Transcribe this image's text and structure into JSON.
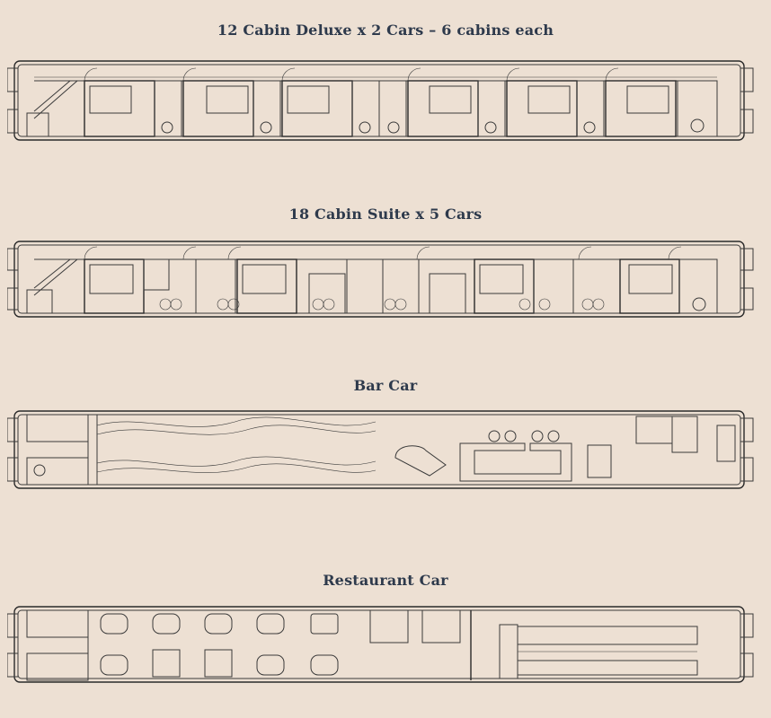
{
  "sections": [
    {
      "title": "12 Cabin Deluxe x 2 Cars – 6 cabins each",
      "car_type": "deluxe-sleeper"
    },
    {
      "title": "18 Cabin Suite x 5 Cars",
      "car_type": "suite-sleeper"
    },
    {
      "title": "Bar Car",
      "car_type": "bar"
    },
    {
      "title": "Restaurant Car",
      "car_type": "restaurant"
    }
  ],
  "colors": {
    "background": "#ede0d3",
    "title": "#2e3a4c",
    "line": "#3a3a3a"
  }
}
